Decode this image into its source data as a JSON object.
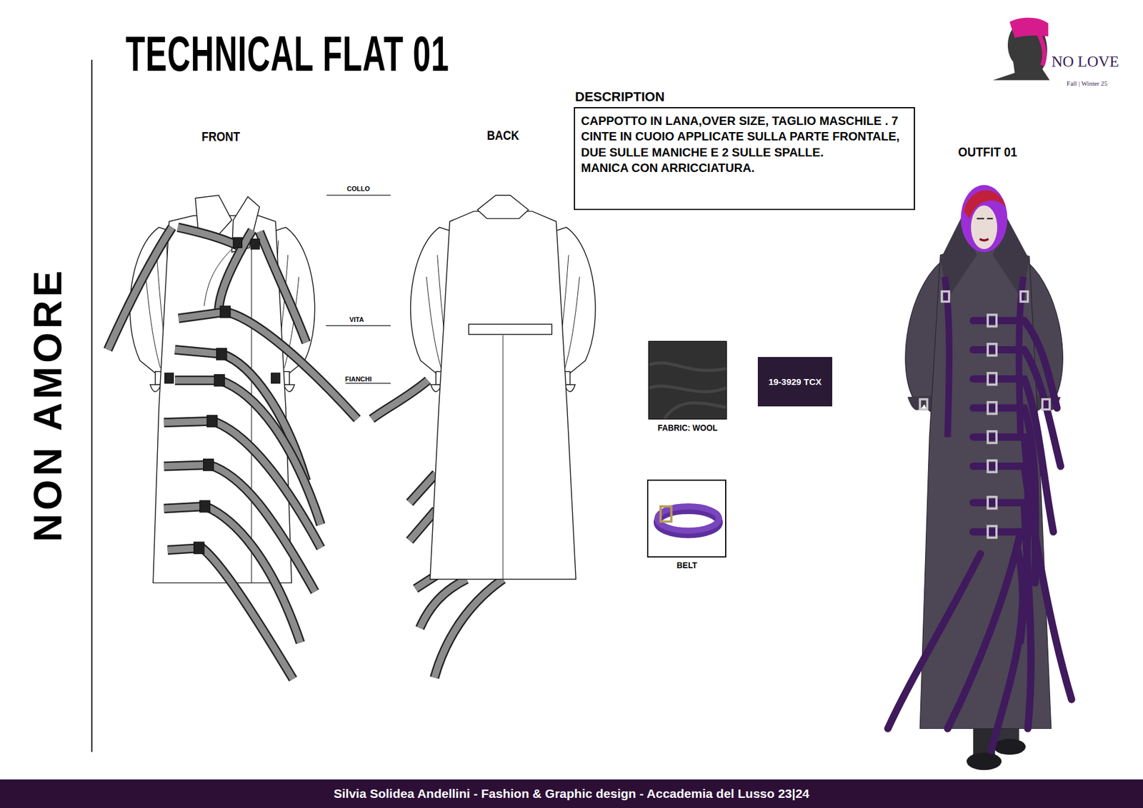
{
  "diagram": {
    "title": "TECHNICAL FLAT 01",
    "nodes": [
      {
        "text": [
          "DESCRIPTION",
          "CAPPOTTO IN LANA,OVER SIZE, TAGLIO MASCHILE . 7 CINTE IN CUOIO APPLICATE SULLA PARTE FRONTALE, DUE SULLE MANICHE E 2 SULLE SPALLE.",
          "MANICA CON ARRICCIATURA."
        ]
      },
      {
        "text": [
          "FABRIC: WOOL"
        ]
      },
      {
        "text": [
          "19-3929 TCX"
        ]
      },
      {
        "text": [
          "BELT"
        ]
      },
      {
        "text": [
          "Silvia Solidea Andellini - Fashion & Graphic design - Accademia del Lusso 23|24"
        ]
      }
    ],
    "labels": [
      "NON AMORE",
      "FRONT",
      "BACK",
      "COLLO",
      "VITA",
      "FIANCHI",
      "OUTFIT 01",
      "NO LOVE",
      "Fall | Winter 25"
    ]
  }
}
